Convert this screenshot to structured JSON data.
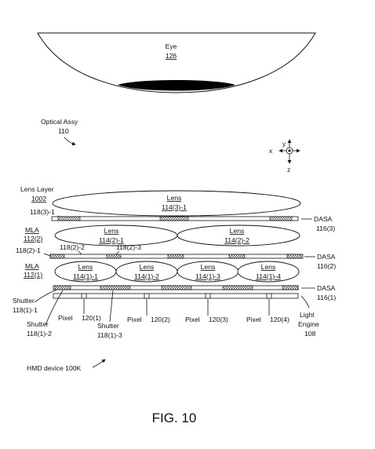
{
  "eye": {
    "name": "Eye",
    "ref": "126"
  },
  "optical_assy": {
    "name": "Optical Assy",
    "ref": "110"
  },
  "axes": {
    "x": "x",
    "y": "y",
    "z": "z"
  },
  "lens_layer": {
    "name": "Lens Layer",
    "ref": "1002"
  },
  "lens_114_3_1": {
    "name": "Lens",
    "ref": "114(3)-1"
  },
  "label_118_3_1": "118(3)-1",
  "dasa_116_3": {
    "name": "DASA",
    "ref": "116(3)"
  },
  "mla_112_2": {
    "name": "MLA",
    "ref": "112(2)"
  },
  "lens_114_2_1": {
    "name": "Lens",
    "ref": "114(2)-1"
  },
  "lens_114_2_2": {
    "name": "Lens",
    "ref": "114(2)-2"
  },
  "label_118_2_1": "118(2)-1",
  "label_118_2_2": "118(2)-2",
  "label_118_2_3": "118(2)-3",
  "dasa_116_2": {
    "name": "DASA",
    "ref": "116(2)"
  },
  "mla_112_1": {
    "name": "MLA",
    "ref": "112(1)"
  },
  "lenses_row1": [
    {
      "name": "Lens",
      "ref": "114(1)-1"
    },
    {
      "name": "Lens",
      "ref": "114(1)-2"
    },
    {
      "name": "Lens",
      "ref": "114(1)-3"
    },
    {
      "name": "Lens",
      "ref": "114(1)-4"
    }
  ],
  "dasa_116_1": {
    "name": "DASA",
    "ref": "116(1)"
  },
  "shutter_118_1_1": {
    "name": "Shutter",
    "ref": "118(1)-1"
  },
  "shutter_118_1_2": {
    "name": "Shutter",
    "ref": "118(1)-2"
  },
  "shutter_118_1_3": {
    "name": "Shutter",
    "ref": "118(1)-3"
  },
  "pixels": [
    {
      "name": "Pixel",
      "ref": "120(1)"
    },
    {
      "name": "Pixel",
      "ref": "120(2)"
    },
    {
      "name": "Pixel",
      "ref": "120(3)"
    },
    {
      "name": "Pixel",
      "ref": "120(4)"
    }
  ],
  "light_engine": {
    "name_line1": "Light",
    "name_line2": "Engine",
    "ref": "108"
  },
  "hmd_device": "HMD device 100K",
  "figure_label": "FIG. 10"
}
